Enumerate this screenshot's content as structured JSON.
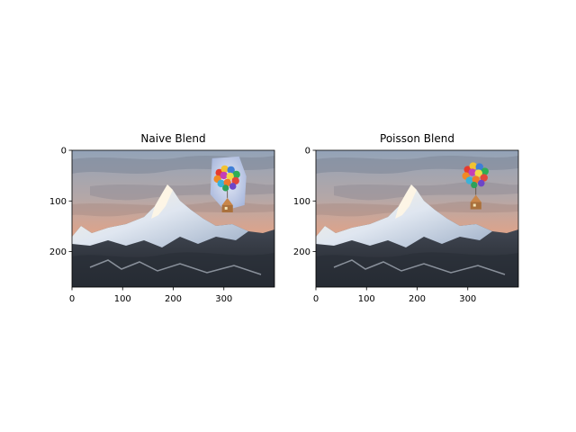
{
  "figure": {
    "background": "#ffffff"
  },
  "chart_data": [
    {
      "type": "image",
      "title": "Naive Blend",
      "xlabel": "",
      "ylabel": "",
      "x_ticks": [
        0,
        100,
        200,
        300
      ],
      "y_ticks": [
        0,
        100,
        200
      ],
      "xlim": [
        0,
        400
      ],
      "ylim": [
        270,
        0
      ],
      "grid": false,
      "overlay": {
        "content": "balloon-house",
        "center": [
          307,
          62
        ],
        "backdrop_visible": true,
        "backdrop_color": "#c9d3ea"
      }
    },
    {
      "type": "image",
      "title": "Poisson Blend",
      "xlabel": "",
      "ylabel": "",
      "x_ticks": [
        0,
        100,
        200,
        300
      ],
      "y_ticks": [
        0,
        100,
        200
      ],
      "xlim": [
        0,
        400
      ],
      "ylim": [
        270,
        0
      ],
      "grid": false,
      "overlay": {
        "content": "balloon-house",
        "center": [
          316,
          56
        ],
        "backdrop_visible": false,
        "backdrop_color": ""
      }
    }
  ]
}
